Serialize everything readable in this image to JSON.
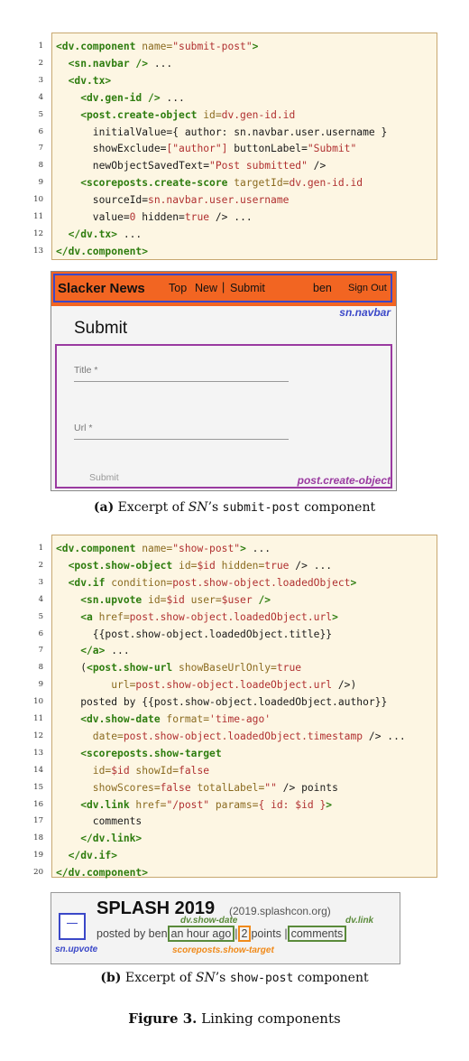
{
  "code1": [
    [
      {
        "t": "<dv.component",
        "c": "tag"
      },
      {
        "t": " name=",
        "c": "attr"
      },
      {
        "t": "\"submit-post\"",
        "c": "str"
      },
      {
        "t": ">",
        "c": "tag"
      }
    ],
    [
      {
        "t": "  <sn.navbar",
        "c": "tag"
      },
      {
        "t": " />",
        "c": "tag"
      },
      {
        "t": " ...",
        "c": "txt"
      }
    ],
    [
      {
        "t": "  <dv.tx>",
        "c": "tag"
      }
    ],
    [
      {
        "t": "    <dv.gen-id",
        "c": "tag"
      },
      {
        "t": " />",
        "c": "tag"
      },
      {
        "t": " ...",
        "c": "txt"
      }
    ],
    [
      {
        "t": "    <post.create-object",
        "c": "tag"
      },
      {
        "t": " id=",
        "c": "attr"
      },
      {
        "t": "dv.gen-id.id",
        "c": "str"
      }
    ],
    [
      {
        "t": "      initialValue={ author: sn.navbar.user.username }",
        "c": "txt"
      }
    ],
    [
      {
        "t": "      showExclude=",
        "c": "txt"
      },
      {
        "t": "[\"author\"]",
        "c": "str"
      },
      {
        "t": " buttonLabel=",
        "c": "txt"
      },
      {
        "t": "\"Submit\"",
        "c": "str"
      }
    ],
    [
      {
        "t": "      newObjectSavedText=",
        "c": "txt"
      },
      {
        "t": "\"Post submitted\"",
        "c": "str"
      },
      {
        "t": " />",
        "c": "txt"
      }
    ],
    [
      {
        "t": "    <scoreposts.create-score",
        "c": "tag"
      },
      {
        "t": " targetId=",
        "c": "attr"
      },
      {
        "t": "dv.gen-id.id",
        "c": "str"
      }
    ],
    [
      {
        "t": "      sourceId=",
        "c": "txt"
      },
      {
        "t": "sn.navbar.user.username",
        "c": "str"
      }
    ],
    [
      {
        "t": "      value=",
        "c": "txt"
      },
      {
        "t": "0",
        "c": "str"
      },
      {
        "t": " hidden=",
        "c": "txt"
      },
      {
        "t": "true",
        "c": "str"
      },
      {
        "t": " /> ...",
        "c": "txt"
      }
    ],
    [
      {
        "t": "  </dv.tx>",
        "c": "tag"
      },
      {
        "t": " ...",
        "c": "txt"
      }
    ],
    [
      {
        "t": "</dv.component>",
        "c": "tag"
      }
    ]
  ],
  "ui1": {
    "brand": "Slacker News",
    "nav": [
      "Top",
      "New",
      "|",
      "Submit"
    ],
    "user": "ben",
    "signout": "Sign Out",
    "navbar_label": "sn.navbar",
    "heading": "Submit",
    "title_field": "Title *",
    "url_field": "Url *",
    "submit_button": "Submit",
    "form_label": "post.create-object"
  },
  "caption_a": {
    "label": "(a)",
    "pre": " Excerpt of ",
    "sn": "SN",
    "post": "’s ",
    "comp": "submit-post",
    "end": " component"
  },
  "code2": [
    [
      {
        "t": "<dv.component",
        "c": "tag"
      },
      {
        "t": " name=",
        "c": "attr"
      },
      {
        "t": "\"show-post\"",
        "c": "str"
      },
      {
        "t": ">",
        "c": "tag"
      },
      {
        "t": " ...",
        "c": "txt"
      }
    ],
    [
      {
        "t": "  <post.show-object",
        "c": "tag"
      },
      {
        "t": " id=",
        "c": "attr"
      },
      {
        "t": "$id",
        "c": "str"
      },
      {
        "t": " hidden=",
        "c": "attr"
      },
      {
        "t": "true",
        "c": "str"
      },
      {
        "t": " /> ...",
        "c": "txt"
      }
    ],
    [
      {
        "t": "  <dv.if",
        "c": "tag"
      },
      {
        "t": " condition=",
        "c": "attr"
      },
      {
        "t": "post.show-object.loadedObject",
        "c": "str"
      },
      {
        "t": ">",
        "c": "tag"
      }
    ],
    [
      {
        "t": "    <sn.upvote",
        "c": "tag"
      },
      {
        "t": " id=",
        "c": "attr"
      },
      {
        "t": "$id",
        "c": "str"
      },
      {
        "t": " user=",
        "c": "attr"
      },
      {
        "t": "$user",
        "c": "str"
      },
      {
        "t": " />",
        "c": "tag"
      }
    ],
    [
      {
        "t": "    <a",
        "c": "tag"
      },
      {
        "t": " href=",
        "c": "attr"
      },
      {
        "t": "post.show-object.loadedObject.url",
        "c": "str"
      },
      {
        "t": ">",
        "c": "tag"
      }
    ],
    [
      {
        "t": "      {{post.show-object.loadedObject.title}}",
        "c": "txt"
      }
    ],
    [
      {
        "t": "    </a>",
        "c": "tag"
      },
      {
        "t": " ...",
        "c": "txt"
      }
    ],
    [
      {
        "t": "    (",
        "c": "txt"
      },
      {
        "t": "<post.show-url",
        "c": "tag"
      },
      {
        "t": " showBaseUrlOnly=",
        "c": "attr"
      },
      {
        "t": "true",
        "c": "str"
      }
    ],
    [
      {
        "t": "         url=",
        "c": "attr"
      },
      {
        "t": "post.show-object.loadeObject.url",
        "c": "str"
      },
      {
        "t": " />)",
        "c": "txt"
      }
    ],
    [
      {
        "t": "    posted by {{post.show-object.loadedObject.author}}",
        "c": "txt"
      }
    ],
    [
      {
        "t": "    <dv.show-date",
        "c": "tag"
      },
      {
        "t": " format=",
        "c": "attr"
      },
      {
        "t": "'time-ago'",
        "c": "str"
      }
    ],
    [
      {
        "t": "      date=",
        "c": "attr"
      },
      {
        "t": "post.show-object.loadedObject.timestamp",
        "c": "str"
      },
      {
        "t": " /> ...",
        "c": "txt"
      }
    ],
    [
      {
        "t": "    <scoreposts.show-target",
        "c": "tag"
      }
    ],
    [
      {
        "t": "      id=",
        "c": "attr"
      },
      {
        "t": "$id",
        "c": "str"
      },
      {
        "t": " showId=",
        "c": "attr"
      },
      {
        "t": "false",
        "c": "str"
      }
    ],
    [
      {
        "t": "      showScores=",
        "c": "attr"
      },
      {
        "t": "false",
        "c": "str"
      },
      {
        "t": " totalLabel=",
        "c": "attr"
      },
      {
        "t": "\"\"",
        "c": "str"
      },
      {
        "t": " /> points",
        "c": "txt"
      }
    ],
    [
      {
        "t": "    <dv.link",
        "c": "tag"
      },
      {
        "t": " href=",
        "c": "attr"
      },
      {
        "t": "\"/post\"",
        "c": "str"
      },
      {
        "t": " params=",
        "c": "attr"
      },
      {
        "t": "{ id: $id }",
        "c": "str"
      },
      {
        "t": ">",
        "c": "tag"
      }
    ],
    [
      {
        "t": "      comments",
        "c": "txt"
      }
    ],
    [
      {
        "t": "    </dv.link>",
        "c": "tag"
      }
    ],
    [
      {
        "t": "  </dv.if>",
        "c": "tag"
      }
    ],
    [
      {
        "t": "</dv.component>",
        "c": "tag"
      }
    ]
  ],
  "ui2": {
    "title": "SPLASH 2019",
    "domain": "(2019.splashcon.org)",
    "posted_by": "posted by ben",
    "time": "an hour ago",
    "sep": "|",
    "score": "2",
    "points": "points",
    "comments": "comments",
    "label_date": "dv.show-date",
    "label_link": "dv.link",
    "label_upvote": "sn.upvote",
    "label_target": "scoreposts.show-target"
  },
  "caption_b": {
    "label": "(b)",
    "pre": " Excerpt of ",
    "sn": "SN",
    "post": "’s ",
    "comp": "show-post",
    "end": " component"
  },
  "figure_caption": {
    "label": "Figure 3.",
    "text": " Linking components"
  },
  "colors": {
    "tag": "#2e7d0f",
    "attr": "#8b6b20",
    "str": "#b03030",
    "txt": "#1a1a1a",
    "navbar": "#f26522",
    "navbar_box": "#3b48c8",
    "form_box": "#9a3aa0",
    "green_box": "#5a8a3a",
    "orange_box": "#f08a1a"
  }
}
